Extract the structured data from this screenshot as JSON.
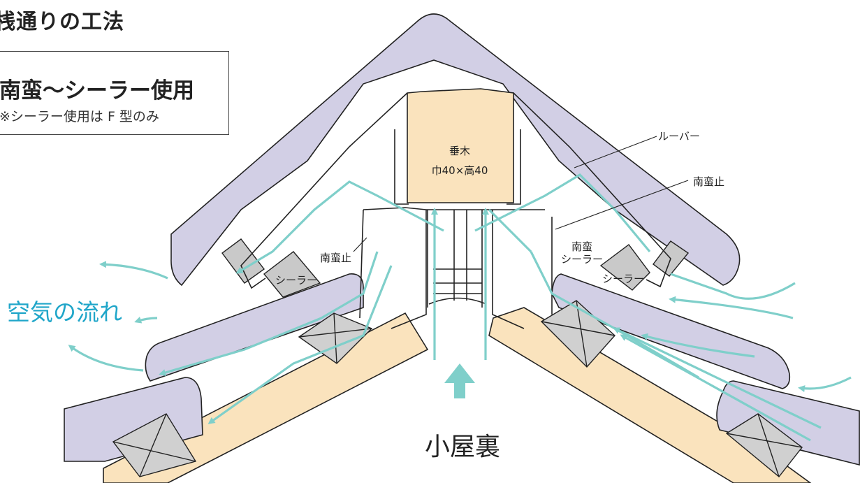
{
  "title": "桟通りの工法",
  "box": {
    "heading": "南蛮〜シーラー使用",
    "note": "※シーラー使用は F 型のみ"
  },
  "labels": {
    "louver": "ルーバー",
    "nanban_stop_right": "南蛮止",
    "nanban_stop_left": "南蛮止",
    "nanban_sealer": [
      "南蛮",
      "シーラー"
    ],
    "sealer_left": "シーラー",
    "sealer_right": "シーラー",
    "rafter": [
      "垂木",
      "巾40×高40"
    ],
    "air_flow": "空気の流れ",
    "attic": "小屋裏"
  },
  "colors": {
    "ridge_tile": "#d2cfe5",
    "outline": "#222222",
    "airflow": "#7fcfca",
    "rafter_fill": "#fae3bd",
    "sealer_block": "#cfcfcf",
    "sealer_gray": "#c9c9c9",
    "air_label": "#20a6c9"
  }
}
